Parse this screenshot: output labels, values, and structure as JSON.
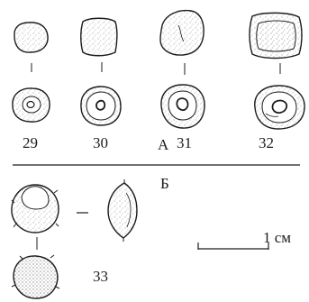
{
  "labels": {
    "group_a": "А",
    "group_b": "Б",
    "scale": "1 см"
  },
  "items": [
    {
      "number": "29"
    },
    {
      "number": "30"
    },
    {
      "number": "31"
    },
    {
      "number": "32"
    },
    {
      "number": "33"
    }
  ],
  "colors": {
    "ink": "#1c1c1c",
    "stipple": "#7a7a7a",
    "background": "#ffffff"
  }
}
